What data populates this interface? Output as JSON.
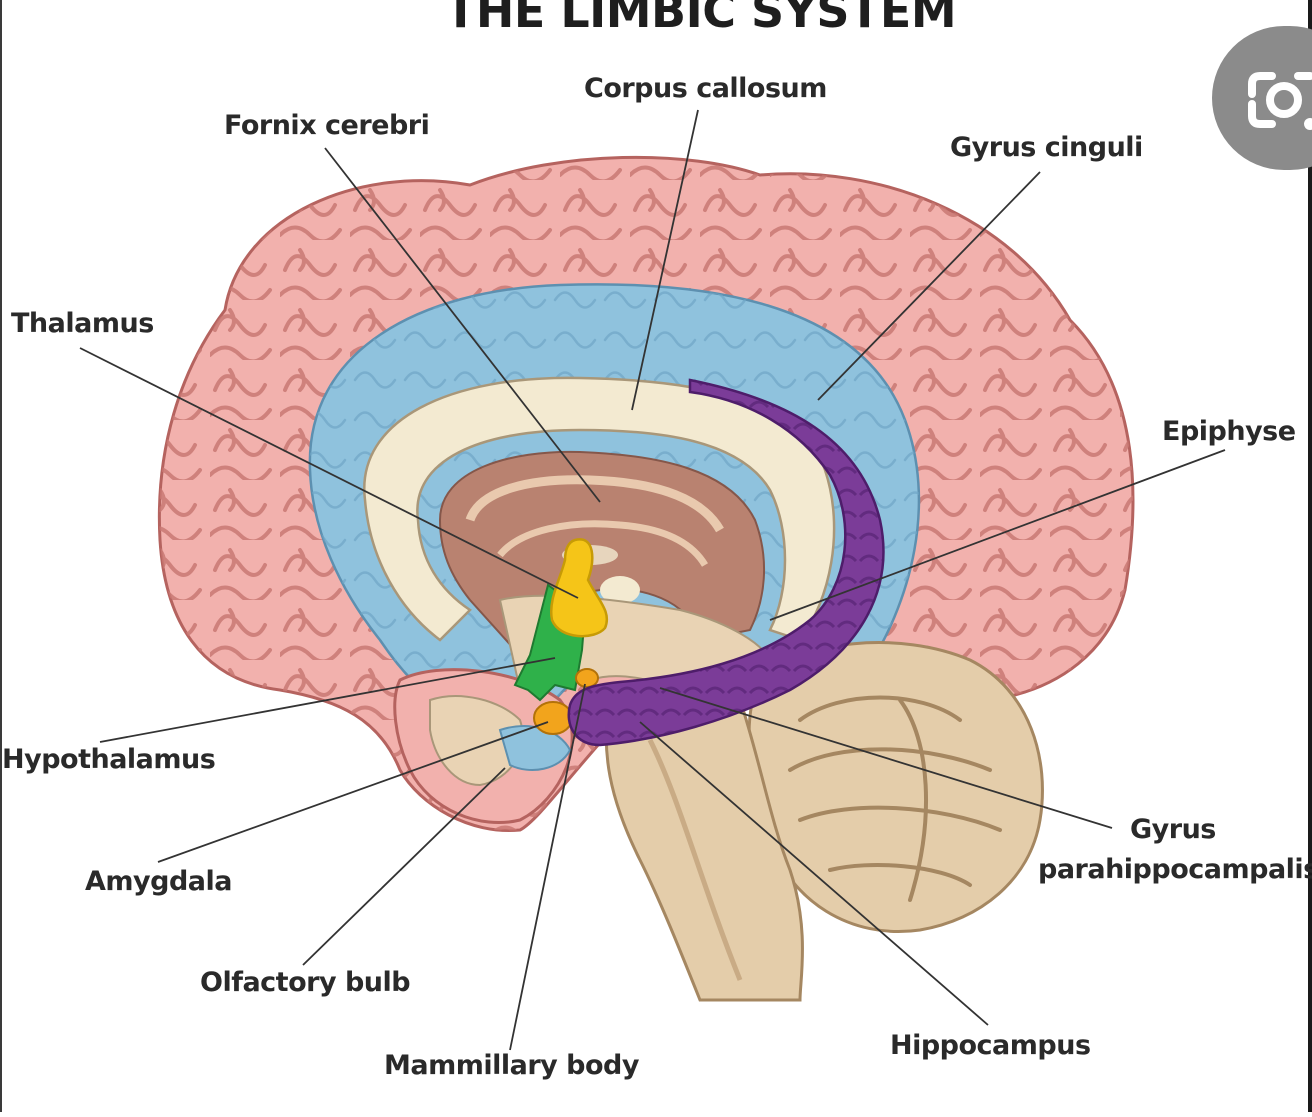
{
  "title": "THE LIMBIC SYSTEM",
  "labels": {
    "corpus_callosum": "Corpus callosum",
    "fornix_cerebri": "Fornix cerebri",
    "gyrus_cinguli": "Gyrus cinguli",
    "thalamus": "Thalamus",
    "epiphyse": "Epiphyse",
    "hypothalamus": "Hypothalamus",
    "amygdala": "Amygdala",
    "gyrus_parahippocampalis_1": "Gyrus",
    "gyrus_parahippocampalis_2": "parahippocampalis",
    "olfactory_bulb": "Olfactory bulb",
    "mammillary_body": "Mammillary body",
    "hippocampus": "Hippocampus"
  },
  "icons": {
    "lens": "lens-search-icon"
  },
  "colors": {
    "cortex": "#f2b1ad",
    "cingulate": "#8fc2dd",
    "callosum": "#f3ead1",
    "fornix_purple": "#7b3c98",
    "thalamus_yellow": "#f5c518",
    "hypothalamus_green": "#2fb14a",
    "amygdala_orange": "#f2a41c",
    "brainstem": "#e4cdaa"
  }
}
